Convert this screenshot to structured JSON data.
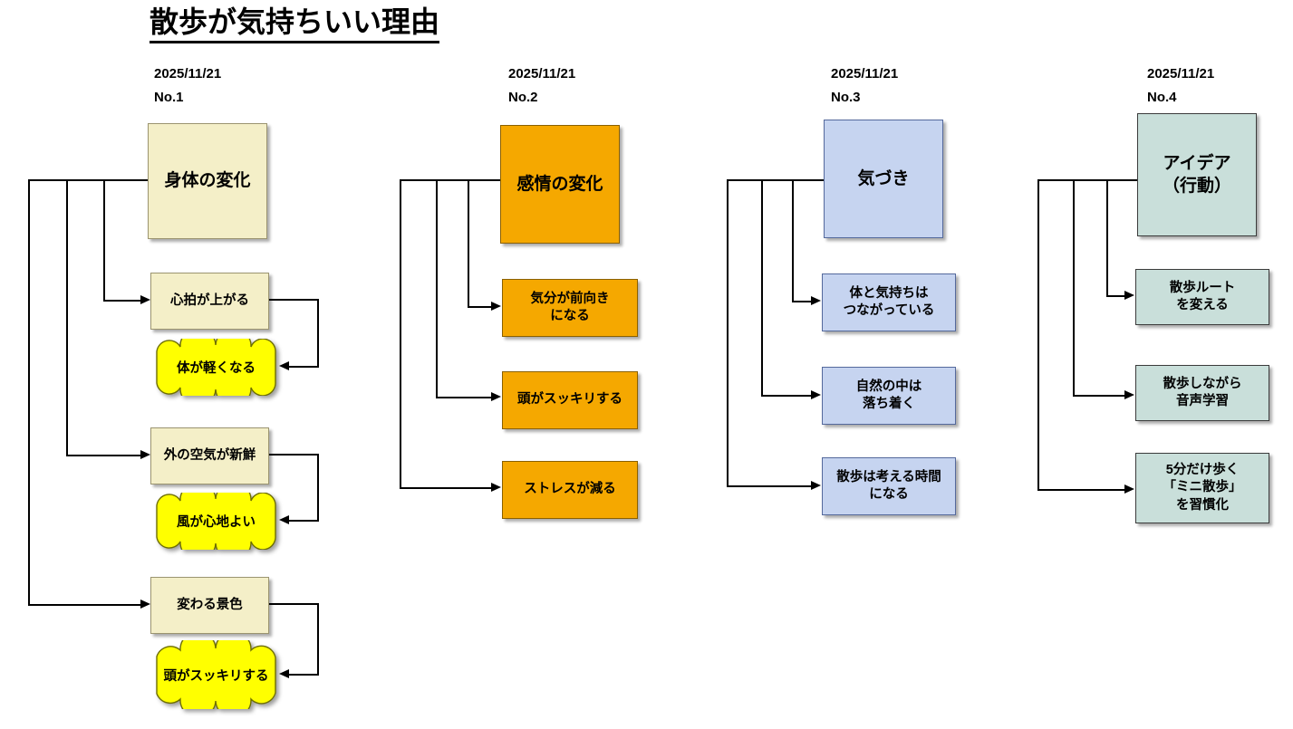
{
  "title": "散歩が気持ちいい理由",
  "columns": [
    {
      "date": "2025/11/21",
      "no": "No.1",
      "root": "身体の変化",
      "theme": "cream",
      "branches": [
        {
          "box": "心拍が上がる",
          "cloud": "体が軽くなる"
        },
        {
          "box": "外の空気が新鮮",
          "cloud": "風が心地よい"
        },
        {
          "box": "変わる景色",
          "cloud": "頭がスッキリする"
        }
      ]
    },
    {
      "date": "2025/11/21",
      "no": "No.2",
      "root": "感情の変化",
      "theme": "orange",
      "branches": [
        {
          "box": "気分が前向き\nになる"
        },
        {
          "box": "頭がスッキリする"
        },
        {
          "box": "ストレスが減る"
        }
      ]
    },
    {
      "date": "2025/11/21",
      "no": "No.3",
      "root": "気づき",
      "theme": "blue",
      "branches": [
        {
          "box": "体と気持ちは\nつながっている"
        },
        {
          "box": "自然の中は\n落ち着く"
        },
        {
          "box": "散歩は考える時間\nになる"
        }
      ]
    },
    {
      "date": "2025/11/21",
      "no": "No.4",
      "root": "アイデア\n（行動）",
      "theme": "mint",
      "branches": [
        {
          "box": "散歩ルート\nを変える"
        },
        {
          "box": "散歩しながら\n音声学習"
        },
        {
          "box": "5分だけ歩く\n「ミニ散歩」\nを習慣化"
        }
      ]
    }
  ],
  "colors": {
    "cream": "#F4EFC8",
    "orange": "#F5A800",
    "blue": "#C6D4F0",
    "mint": "#C9DFDA",
    "cloud": "#FFFF00",
    "line": "#000000",
    "background": "#FFFFFF"
  }
}
